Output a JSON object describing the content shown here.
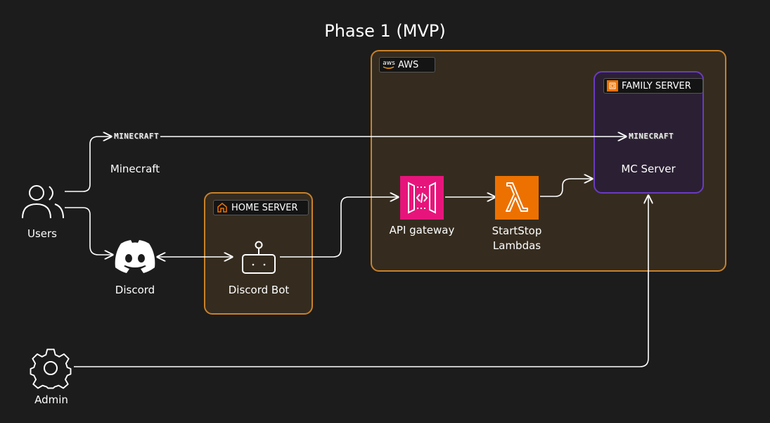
{
  "title": "Phase 1 (MVP)",
  "groups": {
    "aws": "AWS",
    "aws_badge": "aws",
    "home_server": "HOME SERVER",
    "family_server": "FAMILY SERVER"
  },
  "nodes": {
    "users": "Users",
    "minecraft": "Minecraft",
    "minecraft_logo": "MINECRAFT",
    "discord": "Discord",
    "discord_bot": "Discord Bot",
    "api_gateway": "API gateway",
    "lambda_line1": "StartStop",
    "lambda_line2": "Lambdas",
    "mc_server": "MC Server",
    "mc_server_logo": "MINECRAFT",
    "admin": "Admin"
  },
  "colors": {
    "background": "#1c1c1c",
    "group_border": "#c8812a",
    "family_border": "#6a3bbf",
    "api_gateway": "#e7157b",
    "lambda": "#ed7100",
    "edges": "#ffffff"
  }
}
